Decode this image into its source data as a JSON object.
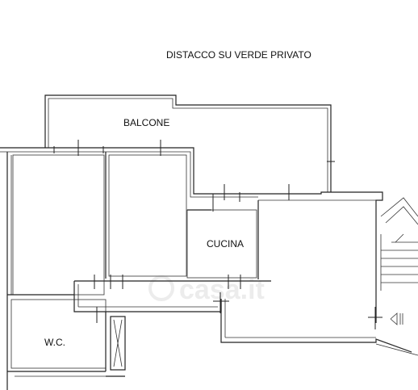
{
  "labels": {
    "garden": "DISTACCO SU VERDE PRIVATO",
    "balcony": "BALCONE",
    "kitchen": "CUCINA",
    "wc": "W.C."
  },
  "watermark": "casa.it",
  "colors": {
    "wall": "#222222",
    "label": "#111111",
    "watermark": "#dddddd"
  }
}
